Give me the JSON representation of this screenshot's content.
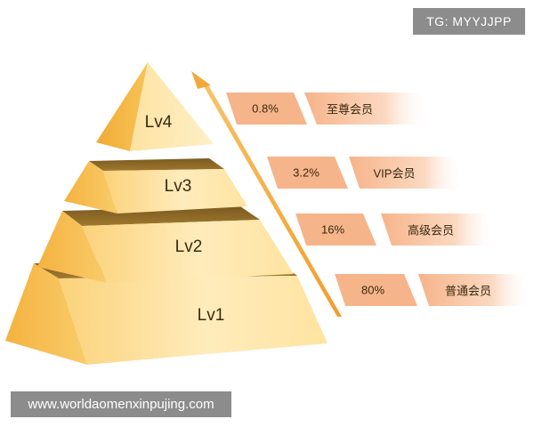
{
  "watermarks": {
    "top_right": "TG: MYYJJPP",
    "bottom_left": "www.worldaomenxinpujing.com"
  },
  "pyramid": {
    "tiers": [
      {
        "level": "Lv4",
        "percent": "0.8%",
        "member": "至尊会员"
      },
      {
        "level": "Lv3",
        "percent": "3.2%",
        "member": "VIP会员"
      },
      {
        "level": "Lv2",
        "percent": "16%",
        "member": "高级会员"
      },
      {
        "level": "Lv1",
        "percent": "80%",
        "member": "普通会员"
      }
    ]
  },
  "colors": {
    "face_light": "#ffe9b0",
    "face_mid": "#f8c060",
    "face_side": "#e8a030",
    "top_dark": "#8a6a28",
    "chip_percent": "#f6b88e",
    "chip_member": "#f9cfb3",
    "arrow": "#f2a93b"
  }
}
